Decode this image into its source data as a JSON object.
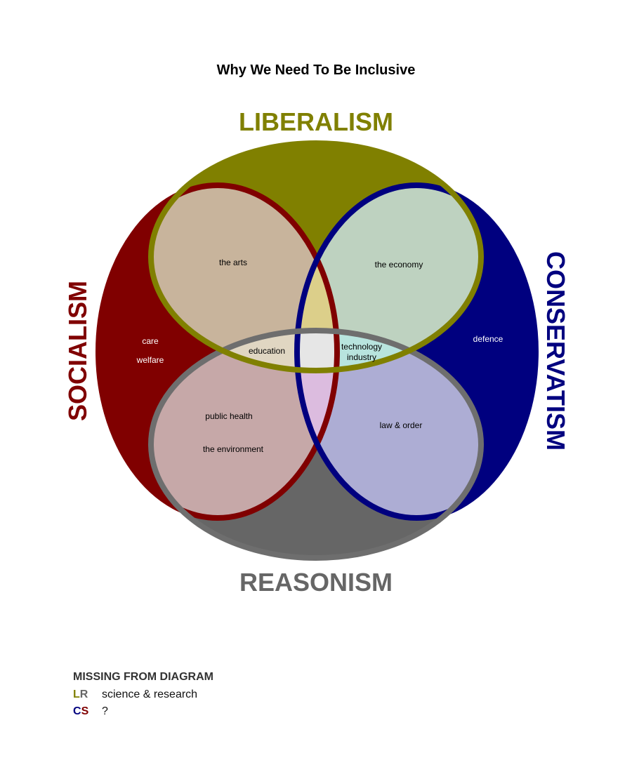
{
  "title": "Why We Need To Be Inclusive",
  "colors": {
    "liberalism": "#808000",
    "conservatism": "#00007f",
    "socialism": "#800000",
    "reasonism": "#666666",
    "ring_liberalism": "#808000",
    "ring_conservatism": "#00007f",
    "ring_socialism": "#800000",
    "ring_reasonism": "#6e6e6e"
  },
  "labels": {
    "liberalism": "LIBERALISM",
    "conservatism": "CONSERVATISM",
    "socialism": "SOCIALISM",
    "reasonism": "REASONISM"
  },
  "regions": {
    "socialism_liberalism": "the arts",
    "liberalism_conservatism": "the economy",
    "socialism_only_1": "care",
    "socialism_only_2": "welfare",
    "conservatism_only": "defence",
    "socialism_liberalism_reasonism": "education",
    "liberalism_conservatism_reasonism_1": "technology",
    "liberalism_conservatism_reasonism_2": "industry",
    "socialism_reasonism_1": "public health",
    "socialism_reasonism_2": "the environment",
    "conservatism_reasonism": "law & order"
  },
  "legend": {
    "heading": "MISSING FROM DIAGRAM",
    "rows": [
      {
        "code_first": "L",
        "code_first_color": "#808000",
        "code_second": "R",
        "code_second_color": "#666666",
        "text": "science & research"
      },
      {
        "code_first": "C",
        "code_first_color": "#00007f",
        "code_second": "S",
        "code_second_color": "#800000",
        "text": "?"
      }
    ]
  }
}
